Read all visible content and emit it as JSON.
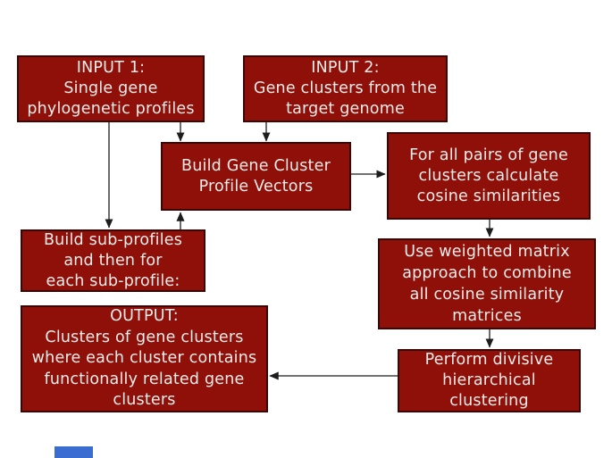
{
  "diagram": {
    "colors": {
      "background": "#ffffff",
      "node_fill": "#8e1009",
      "node_border": "#3c0604",
      "node_text": "#f2ecea",
      "arrow": "#1c1c1c",
      "blue_bar": "#3b6cd0"
    },
    "nodes": {
      "input1": {
        "label": "INPUT 1:\nSingle gene\nphylogenetic profiles"
      },
      "input2": {
        "label": "INPUT 2:\nGene clusters from the\ntarget genome"
      },
      "build_vectors": {
        "label": "Build Gene Cluster\nProfile Vectors"
      },
      "cosine": {
        "label": "For all pairs of gene\nclusters calculate\ncosine similarities"
      },
      "subprofiles": {
        "label": "Build sub-profiles\nand then for\neach sub-profile:"
      },
      "output": {
        "label": "OUTPUT:\nClusters of gene clusters\nwhere each cluster contains\nfunctionally related gene\nclusters"
      },
      "weighted": {
        "label": "Use weighted matrix\napproach to combine\nall cosine similarity\nmatrices"
      },
      "divisive": {
        "label": "Perform divisive\nhierarchical\nclustering"
      }
    },
    "edges": [
      {
        "from": "input1",
        "to": "build_vectors"
      },
      {
        "from": "input2",
        "to": "build_vectors"
      },
      {
        "from": "input1",
        "to": "subprofiles"
      },
      {
        "from": "subprofiles",
        "to": "build_vectors"
      },
      {
        "from": "build_vectors",
        "to": "cosine"
      },
      {
        "from": "cosine",
        "to": "weighted"
      },
      {
        "from": "weighted",
        "to": "divisive"
      },
      {
        "from": "divisive",
        "to": "output"
      }
    ]
  }
}
